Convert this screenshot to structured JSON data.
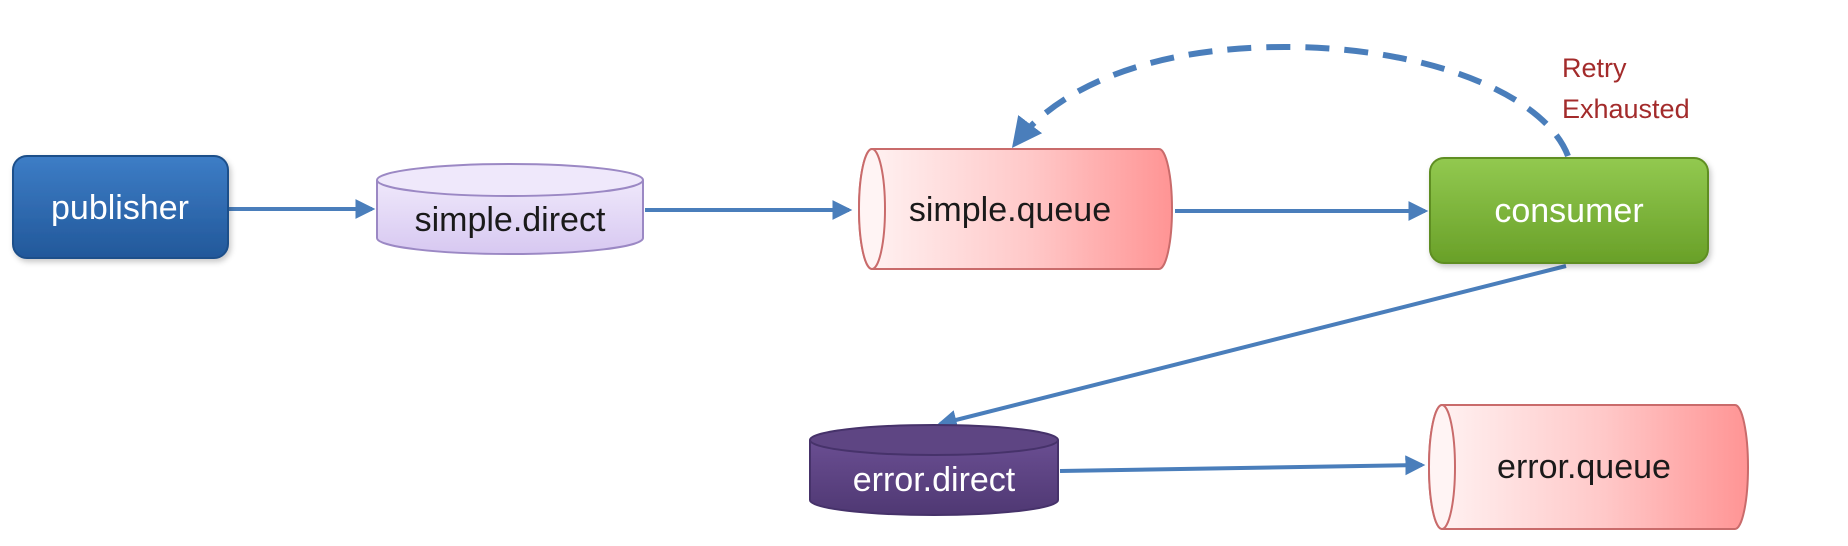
{
  "nodes": {
    "publisher": {
      "label": "publisher"
    },
    "simple_direct": {
      "label": "simple.direct"
    },
    "simple_queue": {
      "label": "simple.queue"
    },
    "consumer": {
      "label": "consumer"
    },
    "error_direct": {
      "label": "error.direct"
    },
    "error_queue": {
      "label": "error.queue"
    }
  },
  "annotation": {
    "line1": "Retry",
    "line2": "Exhausted"
  },
  "colors": {
    "arrow": "#4A7EBB",
    "publisher": "#2E6DB4",
    "simple_direct_fill": "#E4D9F7",
    "queue_fill_light": "#FFF2F2",
    "queue_fill_dark": "#FF9A9A",
    "consumer": "#7FB53A",
    "error_direct": "#5E4583",
    "annotation_text": "#A32B2B"
  }
}
